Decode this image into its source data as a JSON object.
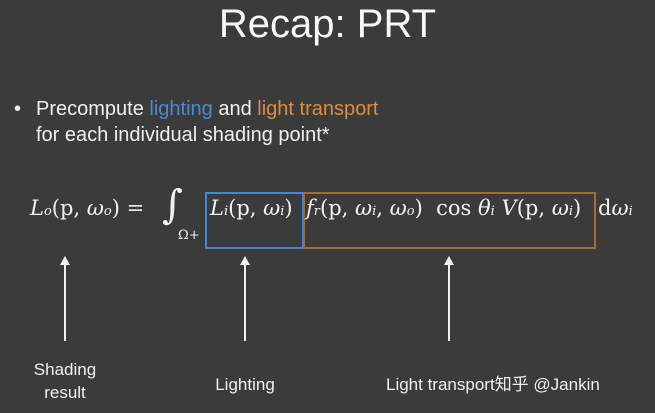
{
  "slide": {
    "title": "Recap: PRT",
    "bullet": {
      "marker": "•",
      "segments": [
        {
          "text": "Precompute ",
          "color": "#f0f0f0"
        },
        {
          "text": "lighting",
          "color": "#4a8ad4"
        },
        {
          "text": " and ",
          "color": "#f0f0f0"
        },
        {
          "text": "light transport",
          "color": "#dd8d3e"
        }
      ],
      "line2": "for each individual shading point*"
    },
    "equation": {
      "lhs": "Lo(p, ωo) =",
      "integral": "∫",
      "domain": "Ω+",
      "lighting_term": "Li(p, ωi)",
      "transport_term": "fr(p, ωi, ωo)  cos θi V(p, ωi)",
      "differential": "dωi"
    },
    "annotations": [
      {
        "label": "Shading result",
        "line1": "Shading",
        "line2": "result"
      },
      {
        "label": "Lighting"
      },
      {
        "label": "Light transport"
      }
    ],
    "watermark": "知乎 @Jankin",
    "colors": {
      "background": "#3b3b3b",
      "lighting": "#4a8ad4",
      "transport": "#dd8d3e",
      "lighting_box": "#4a85c6",
      "transport_box": "#a06c3a"
    }
  }
}
